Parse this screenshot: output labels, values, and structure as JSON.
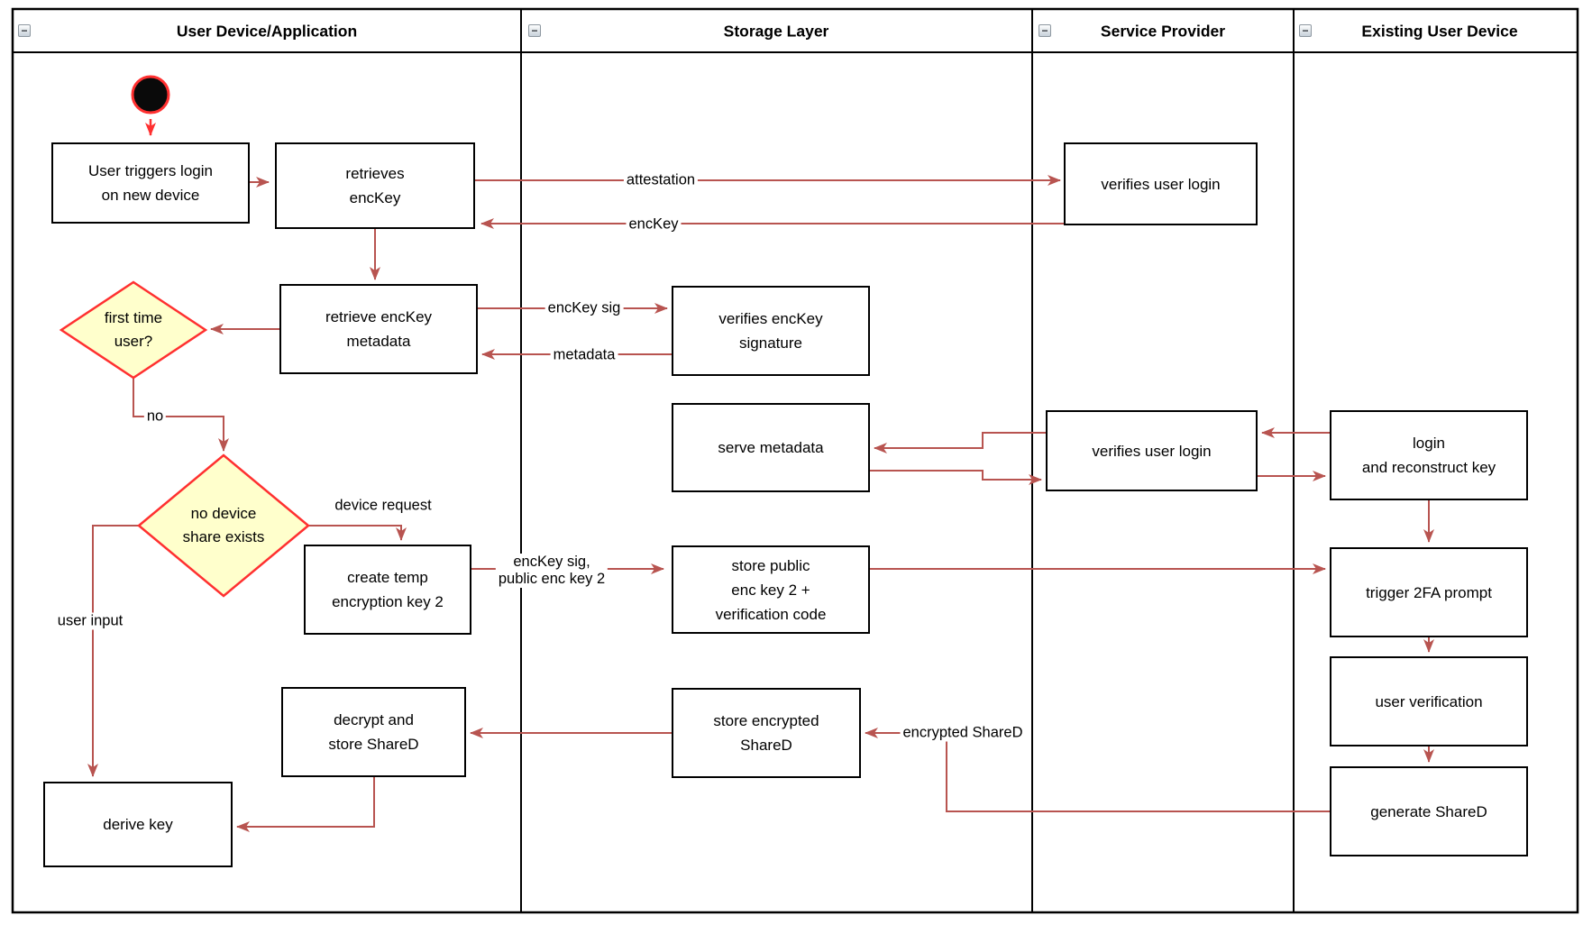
{
  "diagram": {
    "collapse_glyph": "−",
    "lanes": [
      {
        "title": "User Device/Application"
      },
      {
        "title": "Storage Layer"
      },
      {
        "title": "Service Provider"
      },
      {
        "title": "Existing User Device"
      }
    ],
    "nodes": {
      "user_triggers": "User triggers login\non new device",
      "retrieves_enckey": "retrieves\nencKey",
      "retrieve_metadata": "retrieve encKey\nmetadata",
      "create_temp_key": "create temp\nencryption key 2",
      "decrypt_store": "decrypt and\nstore ShareD",
      "derive_key": "derive key",
      "verifies_sig": "verifies encKey\nsignature",
      "serve_metadata": "serve metadata",
      "store_public": "store public\nenc key 2 +\nverification code",
      "store_encrypted": "store encrypted\nShareD",
      "verifies_login_1": "verifies user login",
      "verifies_login_2": "verifies user login",
      "login_reconstruct": "login\nand reconstruct key",
      "trigger_2fa": "trigger 2FA prompt",
      "user_verification": "user verification",
      "generate_shared": "generate ShareD"
    },
    "decisions": {
      "first_time": "first time\nuser?",
      "no_device_share": "no device\nshare exists"
    },
    "edge_labels": {
      "attestation": "attestation",
      "enckey": "encKey",
      "enckey_sig": "encKey sig",
      "metadata": "metadata",
      "no": "no",
      "device_request": "device request",
      "enckey_sig_public": "encKey sig,\npublic enc key 2",
      "user_input": "user input",
      "encrypted_shared": "encrypted ShareD"
    },
    "colors": {
      "flow_arrow": "#b85450",
      "accent_red": "#ff3030",
      "decision_fill": "#ffffcc",
      "border": "#000000"
    }
  }
}
